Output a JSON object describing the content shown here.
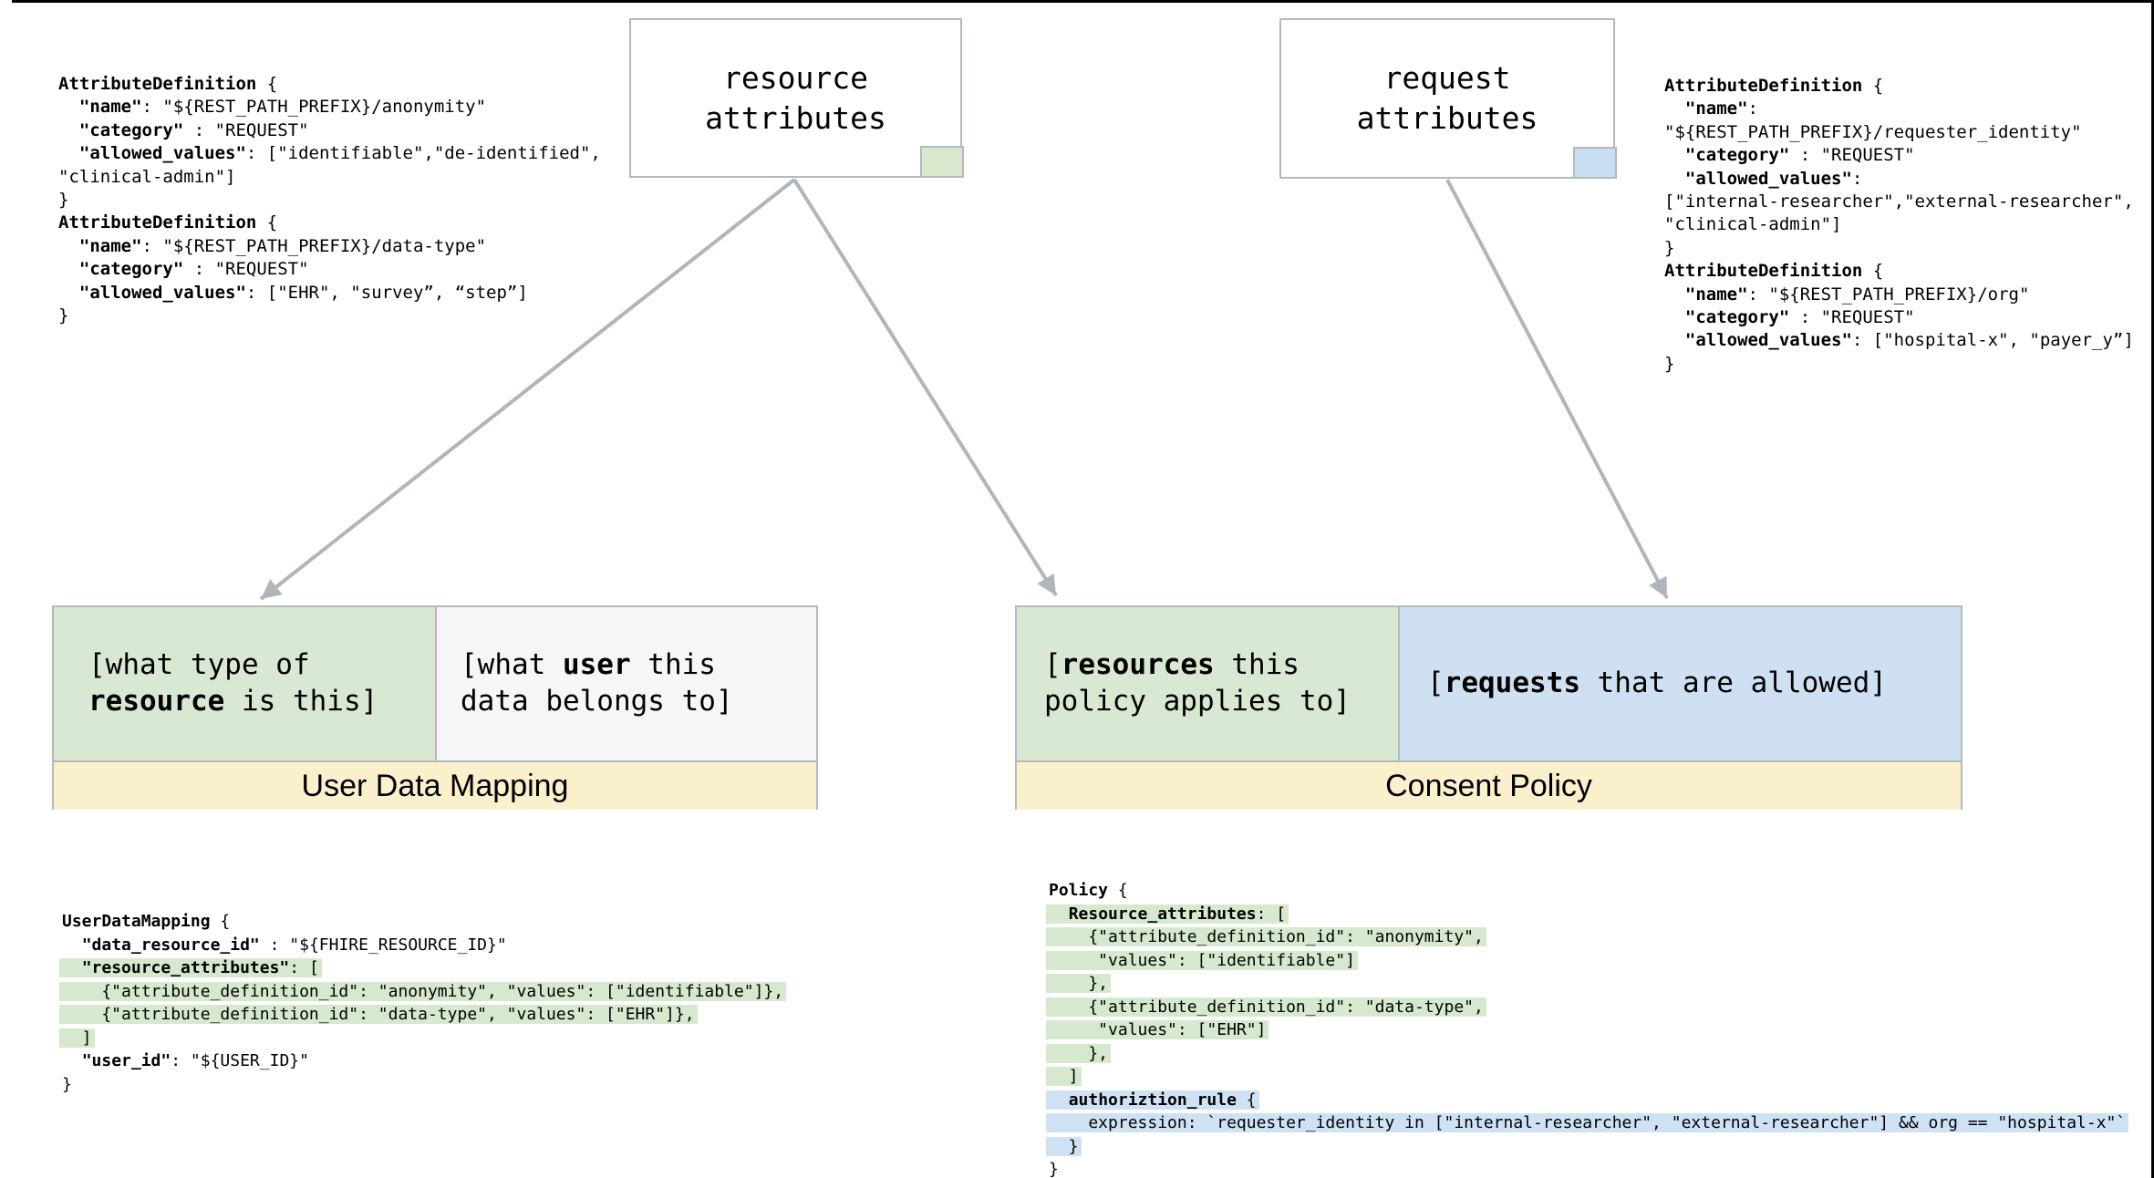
{
  "colors": {
    "green_fill": "#d9e8d2",
    "green_swatch": "#d9e8cc",
    "blue_fill": "#cfe0f2",
    "blue_swatch": "#c9def2",
    "gray_fill": "#f4f6f7",
    "yellow_fill": "#fbf0cc",
    "green_highlight": "#d6e8ce",
    "blue_highlight": "#cfe2f4",
    "shape_border": "#b4b9bd",
    "arrow_gray": "#b0b5bb",
    "edge_black": "#000000"
  },
  "nodes": {
    "resource": {
      "title": "resource\nattributes"
    },
    "request": {
      "title": "request\nattributes"
    }
  },
  "udm": {
    "label": "User Data Mapping",
    "left_cell_lines": [
      {
        "h": "",
        "s": [
          [
            "n",
            "[what type of"
          ]
        ]
      },
      {
        "h": "",
        "s": [
          [
            "b",
            "resource"
          ],
          [
            "n",
            " is this]"
          ]
        ]
      }
    ],
    "right_cell_lines": [
      {
        "h": "",
        "s": [
          [
            "n",
            "[what "
          ],
          [
            "b",
            "user"
          ],
          [
            "n",
            " this"
          ]
        ]
      },
      {
        "h": "",
        "s": [
          [
            "n",
            "data belongs to]"
          ]
        ]
      }
    ]
  },
  "cp": {
    "label": "Consent Policy",
    "left_cell_lines": [
      {
        "h": "",
        "s": [
          [
            "n",
            "["
          ],
          [
            "b",
            "resources"
          ],
          [
            "n",
            " this"
          ]
        ]
      },
      {
        "h": "",
        "s": [
          [
            "n",
            "policy applies to]"
          ]
        ]
      }
    ],
    "right_cell_lines": [
      {
        "h": "",
        "s": [
          [
            "n",
            "["
          ],
          [
            "b",
            "requests"
          ],
          [
            "n",
            " that are allowed]"
          ]
        ]
      }
    ]
  },
  "tl_code": {
    "lines": [
      {
        "h": "",
        "s": [
          [
            "b",
            "AttributeDefinition"
          ],
          [
            "n",
            " {"
          ]
        ]
      },
      {
        "h": "",
        "s": [
          [
            "n",
            "  "
          ],
          [
            "b",
            "\"name\""
          ],
          [
            "n",
            ": \"${REST_PATH_PREFIX}/anonymity\""
          ]
        ]
      },
      {
        "h": "",
        "s": [
          [
            "n",
            "  "
          ],
          [
            "b",
            "\"category\""
          ],
          [
            "n",
            " : \"REQUEST\""
          ]
        ]
      },
      {
        "h": "",
        "s": [
          [
            "n",
            "  "
          ],
          [
            "b",
            "\"allowed_values\""
          ],
          [
            "n",
            ": [\"identifiable\",\"de-identified\","
          ]
        ]
      },
      {
        "h": "",
        "s": [
          [
            "n",
            "\"clinical-admin\"]"
          ]
        ]
      },
      {
        "h": "",
        "s": [
          [
            "n",
            "}"
          ]
        ]
      },
      {
        "h": "",
        "s": [
          [
            "b",
            "AttributeDefinition"
          ],
          [
            "n",
            " {"
          ]
        ]
      },
      {
        "h": "",
        "s": [
          [
            "n",
            "  "
          ],
          [
            "b",
            "\"name\""
          ],
          [
            "n",
            ": \"${REST_PATH_PREFIX}/data-type\""
          ]
        ]
      },
      {
        "h": "",
        "s": [
          [
            "n",
            "  "
          ],
          [
            "b",
            "\"category\""
          ],
          [
            "n",
            " : \"REQUEST\""
          ]
        ]
      },
      {
        "h": "",
        "s": [
          [
            "n",
            "  "
          ],
          [
            "b",
            "\"allowed_values\""
          ],
          [
            "n",
            ": [\"EHR\", \"survey”, “step”]"
          ]
        ]
      },
      {
        "h": "",
        "s": [
          [
            "n",
            "}"
          ]
        ]
      }
    ]
  },
  "tr_code": {
    "lines": [
      {
        "h": "",
        "s": [
          [
            "b",
            "AttributeDefinition"
          ],
          [
            "n",
            " {"
          ]
        ]
      },
      {
        "h": "",
        "s": [
          [
            "n",
            "  "
          ],
          [
            "b",
            "\"name\""
          ],
          [
            "n",
            ":"
          ]
        ]
      },
      {
        "h": "",
        "s": [
          [
            "n",
            "\"${REST_PATH_PREFIX}/requester_identity\""
          ]
        ]
      },
      {
        "h": "",
        "s": [
          [
            "n",
            "  "
          ],
          [
            "b",
            "\"category\""
          ],
          [
            "n",
            " : \"REQUEST\""
          ]
        ]
      },
      {
        "h": "",
        "s": [
          [
            "n",
            "  "
          ],
          [
            "b",
            "\"allowed_values\""
          ],
          [
            "n",
            ":"
          ]
        ]
      },
      {
        "h": "",
        "s": [
          [
            "n",
            "[\"internal-researcher\",\"external-researcher\","
          ]
        ]
      },
      {
        "h": "",
        "s": [
          [
            "n",
            "\"clinical-admin\"]"
          ]
        ]
      },
      {
        "h": "",
        "s": [
          [
            "n",
            "}"
          ]
        ]
      },
      {
        "h": "",
        "s": [
          [
            "b",
            "AttributeDefinition"
          ],
          [
            "n",
            " {"
          ]
        ]
      },
      {
        "h": "",
        "s": [
          [
            "n",
            "  "
          ],
          [
            "b",
            "\"name\""
          ],
          [
            "n",
            ": \"${REST_PATH_PREFIX}/org\""
          ]
        ]
      },
      {
        "h": "",
        "s": [
          [
            "n",
            "  "
          ],
          [
            "b",
            "\"category\""
          ],
          [
            "n",
            " : \"REQUEST\""
          ]
        ]
      },
      {
        "h": "",
        "s": [
          [
            "n",
            "  "
          ],
          [
            "b",
            "\"allowed_values\""
          ],
          [
            "n",
            ": [\"hospital-x\", \"payer_y”]"
          ]
        ]
      },
      {
        "h": "",
        "s": [
          [
            "n",
            "}"
          ]
        ]
      }
    ]
  },
  "bl_code": {
    "lines": [
      {
        "h": "",
        "s": [
          [
            "b",
            "UserDataMapping"
          ],
          [
            "n",
            " {"
          ]
        ]
      },
      {
        "h": "",
        "s": [
          [
            "n",
            "  "
          ],
          [
            "b",
            "\"data_resource_id\""
          ],
          [
            "n",
            " : \"${FHIRE_RESOURCE_ID}\""
          ]
        ]
      },
      {
        "h": "g",
        "s": [
          [
            "n",
            "  "
          ],
          [
            "b",
            "\"resource_attributes\""
          ],
          [
            "n",
            ": ["
          ]
        ]
      },
      {
        "h": "g",
        "s": [
          [
            "n",
            "    {\"attribute_definition_id\": \"anonymity\", \"values\": [\"identifiable\"]},"
          ]
        ]
      },
      {
        "h": "g",
        "s": [
          [
            "n",
            "    {\"attribute_definition_id\": \"data-type\", \"values\": [\"EHR\"]},"
          ]
        ]
      },
      {
        "h": "g",
        "s": [
          [
            "n",
            "  ]"
          ]
        ]
      },
      {
        "h": "",
        "s": [
          [
            "n",
            "  "
          ],
          [
            "b",
            "\"user_id\""
          ],
          [
            "n",
            ": \"${USER_ID}\""
          ]
        ]
      },
      {
        "h": "",
        "s": [
          [
            "n",
            "}"
          ]
        ]
      }
    ]
  },
  "br_code": {
    "lines": [
      {
        "h": "",
        "s": [
          [
            "b",
            "Policy"
          ],
          [
            "n",
            " {"
          ]
        ]
      },
      {
        "h": "g",
        "s": [
          [
            "n",
            "  "
          ],
          [
            "b",
            "Resource_attributes"
          ],
          [
            "n",
            ": ["
          ]
        ]
      },
      {
        "h": "g",
        "s": [
          [
            "n",
            "    {\"attribute_definition_id\": \"anonymity\","
          ]
        ]
      },
      {
        "h": "g",
        "s": [
          [
            "n",
            "     \"values\": [\"identifiable\"]"
          ]
        ]
      },
      {
        "h": "g",
        "s": [
          [
            "n",
            "    },"
          ]
        ]
      },
      {
        "h": "g",
        "s": [
          [
            "n",
            "    {\"attribute_definition_id\": \"data-type\","
          ]
        ]
      },
      {
        "h": "g",
        "s": [
          [
            "n",
            "     \"values\": [\"EHR\"]"
          ]
        ]
      },
      {
        "h": "g",
        "s": [
          [
            "n",
            "    },"
          ]
        ]
      },
      {
        "h": "g",
        "s": [
          [
            "n",
            "  ]"
          ]
        ]
      },
      {
        "h": "b",
        "s": [
          [
            "n",
            "  "
          ],
          [
            "b",
            "authoriztion_rule"
          ],
          [
            "n",
            " {"
          ]
        ]
      },
      {
        "h": "b",
        "s": [
          [
            "n",
            "    expression: `requester_identity in [\"internal-researcher\", \"external-researcher\"] && org == \"hospital-x\"`"
          ]
        ]
      },
      {
        "h": "b",
        "s": [
          [
            "n",
            "  }"
          ]
        ]
      },
      {
        "h": "",
        "s": [
          [
            "n",
            "}"
          ]
        ]
      }
    ]
  }
}
